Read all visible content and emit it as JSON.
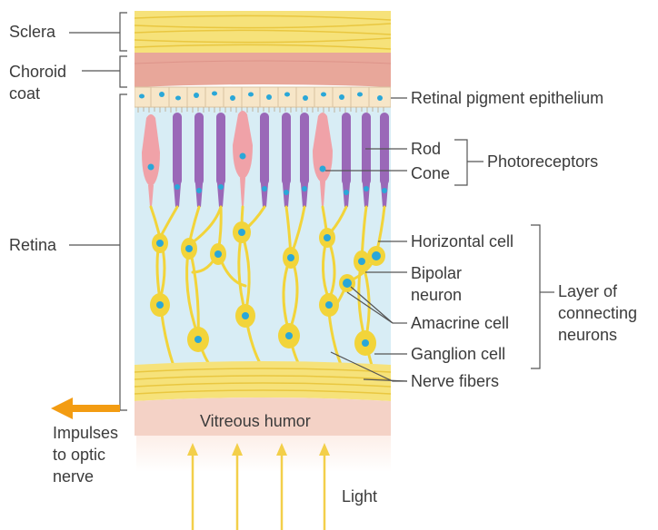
{
  "labels": {
    "sclera": "Sclera",
    "choroid_line1": "Choroid",
    "choroid_line2": "coat",
    "retina": "Retina",
    "impulses_line1": "Impulses",
    "impulses_line2": "to optic",
    "impulses_line3": "nerve",
    "rpe": "Retinal pigment epithelium",
    "rod": "Rod",
    "cone": "Cone",
    "photoreceptors": "Photoreceptors",
    "horizontal_cell": "Horizontal cell",
    "bipolar_line1": "Bipolar",
    "bipolar_line2": "neuron",
    "amacrine_cell": "Amacrine cell",
    "ganglion_cell": "Ganglion cell",
    "nerve_fibers": "Nerve fibers",
    "connecting_line1": "Layer of",
    "connecting_line2": "connecting",
    "connecting_line3": "neurons",
    "vitreous_humor": "Vitreous humor",
    "light": "Light"
  },
  "colors": {
    "sclera": "#f6e27a",
    "choroid": "#e8a79a",
    "rpe": "#f7e6c8",
    "fluid": "#d8edf5",
    "rod": "#9a68b8",
    "cone": "#f0a2a8",
    "neuron": "#f2d43a",
    "nucleus": "#2aa7d8",
    "arrow": "#f39c12",
    "light_ray": "#f3cf4a"
  }
}
